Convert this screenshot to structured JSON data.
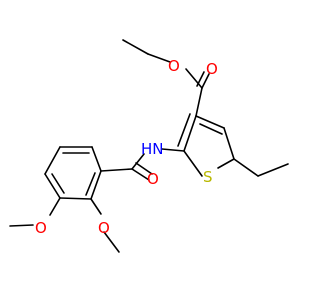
{
  "molecule": {
    "colors": {
      "bond": "#000000",
      "oxygen": "#ff0000",
      "nitrogen": "#0000ff",
      "sulfur": "#b8b800"
    },
    "atoms": {
      "o_ester_carbonyl": "O",
      "o_ester_single": "O",
      "nh": "HN",
      "o_amide": "O",
      "s_ring": "S",
      "o_methoxy_2": "O",
      "o_methoxy_3": "O"
    }
  }
}
